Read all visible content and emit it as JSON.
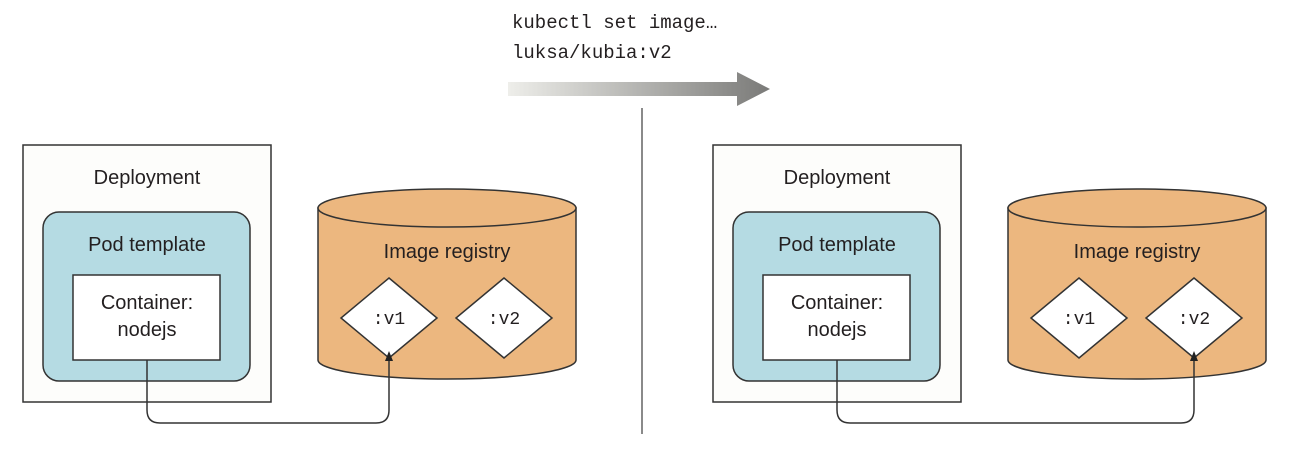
{
  "command": {
    "line1": "kubectl set image…",
    "line2": "luksa/kubia:v2"
  },
  "colors": {
    "pod_template_fill": "#b5dbe3",
    "registry_fill": "#ecb77f",
    "stroke": "#333333",
    "deployment_fill": "#fdfdfb",
    "arrow_start": "#eeeeea",
    "arrow_end": "#7a7a78",
    "divider": "#8a8a8a"
  },
  "panels": [
    {
      "state": "before",
      "deployment_label": "Deployment",
      "pod_template_label": "Pod template",
      "container_label_line1": "Container:",
      "container_label_line2": "nodejs",
      "registry_label": "Image registry",
      "images": [
        ":v1",
        ":v2"
      ],
      "referenced_image": ":v1"
    },
    {
      "state": "after",
      "deployment_label": "Deployment",
      "pod_template_label": "Pod template",
      "container_label_line1": "Container:",
      "container_label_line2": "nodejs",
      "registry_label": "Image registry",
      "images": [
        ":v1",
        ":v2"
      ],
      "referenced_image": ":v2"
    }
  ]
}
